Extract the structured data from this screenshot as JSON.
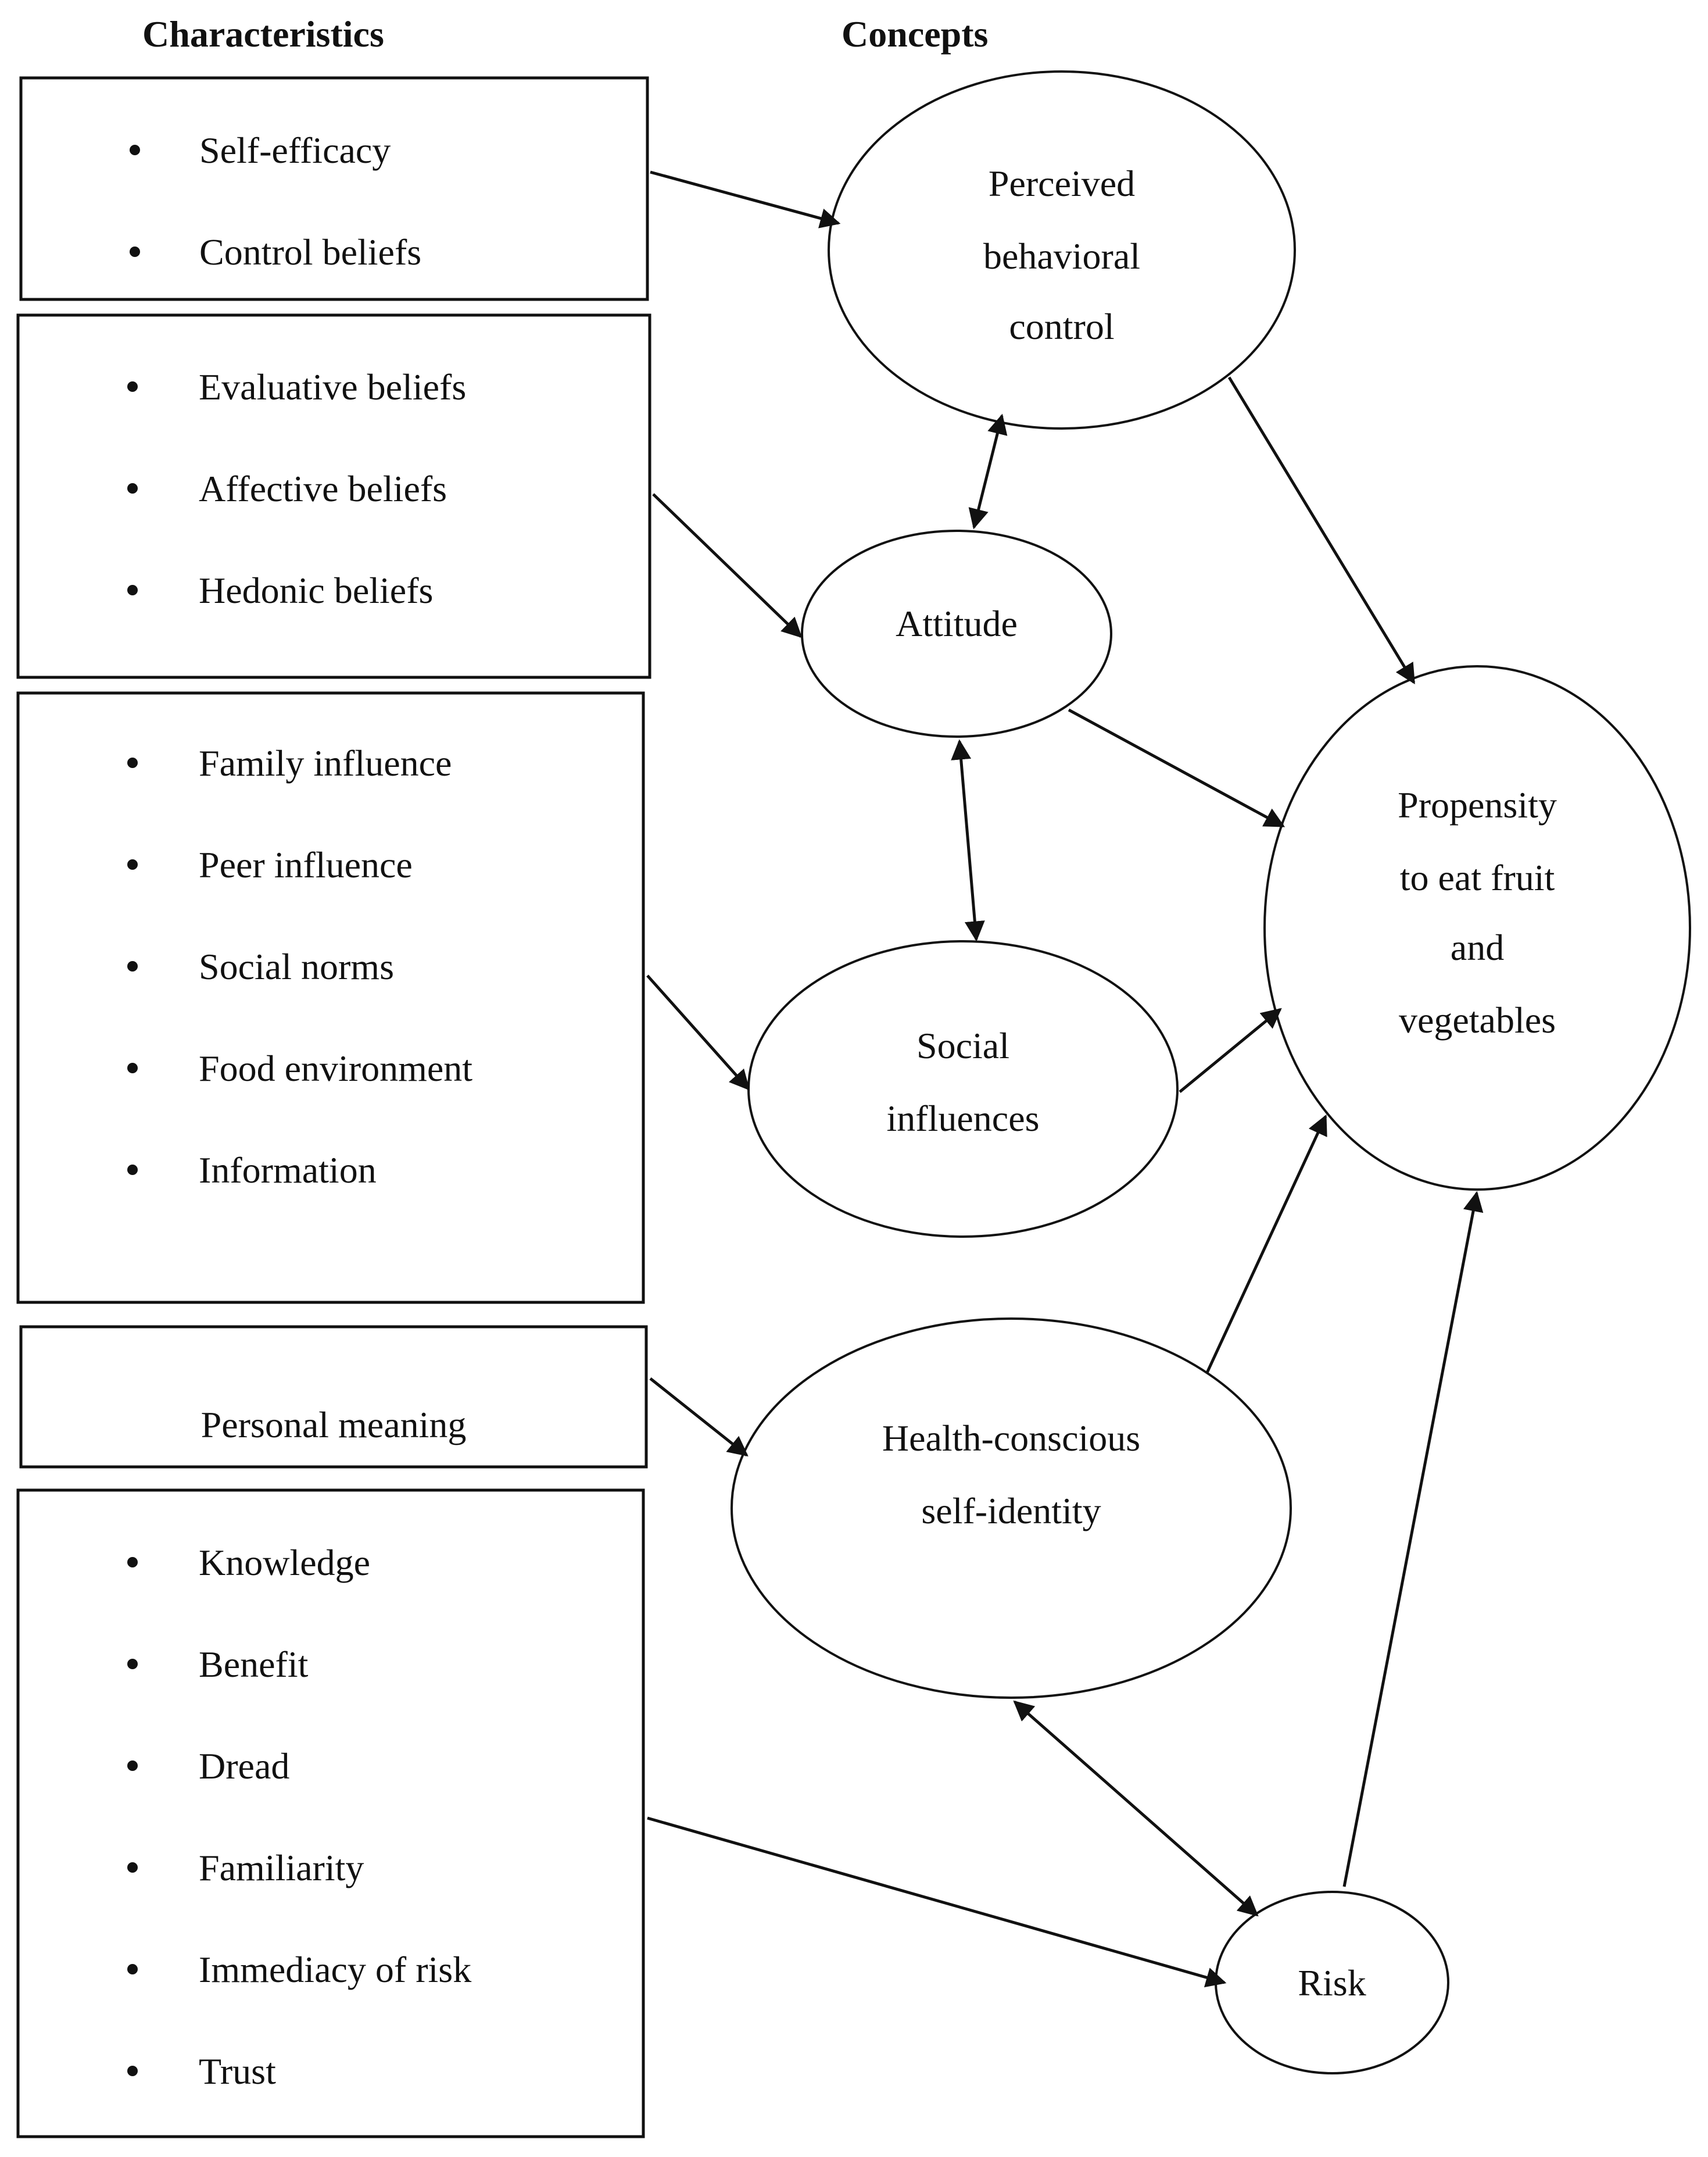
{
  "headers": {
    "characteristics": "Characteristics",
    "concepts": "Concepts"
  },
  "boxes": {
    "pbc_box": {
      "items": [
        "Self-efficacy",
        "Control beliefs"
      ]
    },
    "attitude_box": {
      "items": [
        "Evaluative beliefs",
        "Affective beliefs",
        "Hedonic beliefs"
      ]
    },
    "social_box": {
      "items": [
        "Family influence",
        "Peer influence",
        "Social norms",
        "Food environment",
        "Information"
      ]
    },
    "meaning_box": {
      "text": "Personal meaning"
    },
    "risk_box": {
      "items": [
        "Knowledge",
        "Benefit",
        "Dread",
        "Familiarity",
        "Immediacy of risk",
        "Trust"
      ]
    }
  },
  "concepts": {
    "pbc": {
      "lines": [
        "Perceived",
        "behavioral",
        "control"
      ]
    },
    "attitude": {
      "lines": [
        "Attitude"
      ]
    },
    "social": {
      "lines": [
        "Social",
        "influences"
      ]
    },
    "propensity": {
      "lines": [
        "Propensity",
        "to eat fruit",
        "and",
        "vegetables"
      ]
    },
    "health": {
      "lines": [
        "Health-conscious",
        "self-identity"
      ]
    },
    "risk": {
      "lines": [
        "Risk"
      ]
    }
  },
  "colors": {
    "ink": "#111111",
    "background": "#ffffff"
  }
}
